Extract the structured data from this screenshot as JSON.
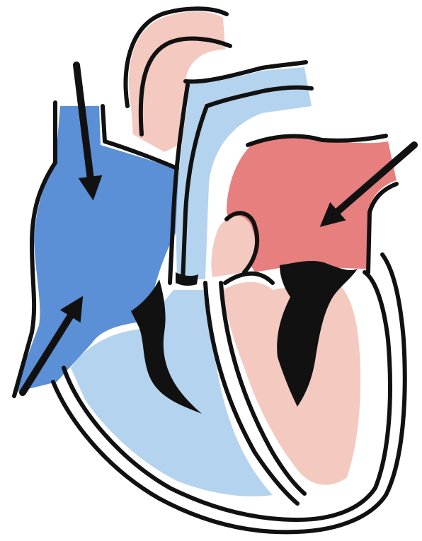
{
  "diagram": {
    "kind": "heart-cross-section",
    "labels": [],
    "colors": {
      "deoxygenated_dark": "#5b8fd6",
      "deoxygenated_light": "#b4d3ef",
      "oxygenated_dark": "#e77f7f",
      "oxygenated_light": "#f3c9c0",
      "outline": "#111111",
      "valve": "#111111",
      "background": "#ffffff"
    },
    "arrows": [
      {
        "name": "vena-cava-superior-inflow",
        "direction": "down"
      },
      {
        "name": "vena-cava-inferior-inflow",
        "direction": "up-right"
      },
      {
        "name": "pulmonary-vein-inflow",
        "direction": "down-left"
      }
    ]
  }
}
